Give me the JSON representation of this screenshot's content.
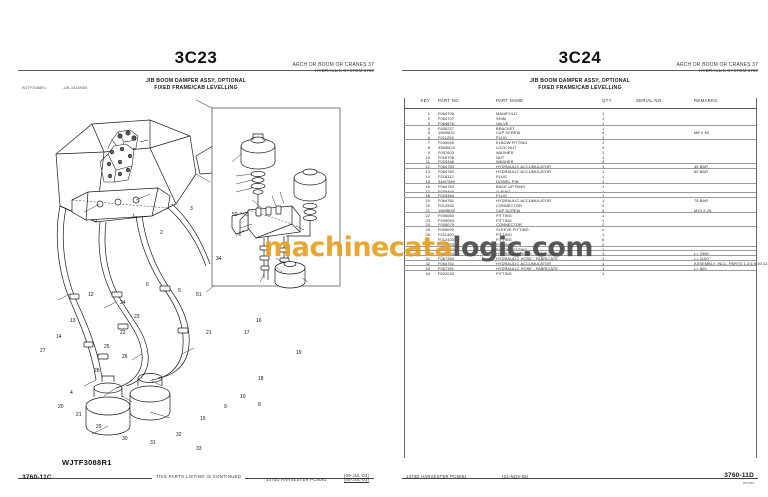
{
  "left_page": {
    "page_number": "3C23",
    "header_line1": "ARCH OR BOOM OR CRANES 37",
    "header_line2": "HYDRAULIC SYSTEM 3760",
    "subtitle_line1": "JIB BOOM DAMPER ASSY, OPTIONAL",
    "subtitle_line2": "FIXED FRAME/CAB LEVELLING",
    "figure_ref": "WJTF3088R1",
    "figure_date": "-UN-16JAN05",
    "caption_code": "WJTF3088R1",
    "footer_page_code": "3760-11C",
    "footer_continued": "THIS PARTS LISTING IS CONTINUED",
    "footer_model": "1470D HARVESTER   PC9081",
    "footer_date_top": "(09-JUL-03)",
    "footer_date_bottom": "(06-JUL-03)",
    "callouts": [
      "1",
      "2",
      "3",
      "4",
      "5",
      "6",
      "6",
      "8",
      "9",
      "10",
      "12",
      "13",
      "14",
      "15",
      "16",
      "17",
      "18",
      "19",
      "20",
      "21",
      "22",
      "23",
      "24",
      "25",
      "26",
      "27",
      "27",
      "28",
      "29",
      "30",
      "31",
      "32",
      "33",
      "34",
      "50",
      "51"
    ]
  },
  "right_page": {
    "page_number": "3C24",
    "header_line1": "ARCH OR BOOM OR CRANES 37",
    "header_line2": "HYDRAULIC SYSTEM 3760",
    "subtitle_line1": "JIB BOOM DAMPER ASSY, OPTIONAL",
    "subtitle_line2": "FIXED FRAME/CAB LEVELLING",
    "columns": {
      "key": "KEY",
      "part_no": "PART NO.",
      "part_name": "PART NAME",
      "qty": "QTY",
      "serial_no": "SERIAL NO.",
      "remarks": "REMARKS"
    },
    "footer_model": "1470D HARVESTER   PC9081",
    "footer_date": "(01-NOV-05)",
    "footer_page_code": "3760-11D",
    "footer_sub": "PN=563",
    "rows": [
      {
        "key": "1",
        "part_no": "F064706",
        "part_name": "MANIFOLD",
        "qty": "1",
        "serial_no": "",
        "remarks": ""
      },
      {
        "key": "2",
        "part_no": "F064707",
        "part_name": "SHIM",
        "qty": "1",
        "serial_no": "",
        "remarks": ""
      },
      {
        "key": "3",
        "part_no": "F064676",
        "part_name": "VALVE",
        "qty": "1",
        "serial_no": "",
        "remarks": ""
      },
      {
        "key": "4",
        "part_no": "F630227",
        "part_name": "BRACKET",
        "qty": "1",
        "serial_no": "",
        "remarks": ""
      },
      {
        "key": "5",
        "part_no": "19M9632",
        "part_name": "CAP SCREW",
        "qty": "4",
        "serial_no": "",
        "remarks": "M8 X 65"
      },
      {
        "key": "6",
        "part_no": "F011293",
        "part_name": "PLUG",
        "qty": "1",
        "serial_no": "",
        "remarks": ""
      },
      {
        "key": "7",
        "part_no": "F005045",
        "part_name": "ELBOW FITTING",
        "qty": "1",
        "serial_no": "",
        "remarks": ""
      },
      {
        "key": "8",
        "part_no": "43M5924",
        "part_name": "LOCK NUT",
        "qty": "4",
        "serial_no": "",
        "remarks": ""
      },
      {
        "key": "9",
        "part_no": "F057603",
        "part_name": "WASHER",
        "qty": "1",
        "serial_no": "",
        "remarks": ""
      },
      {
        "key": "10",
        "part_no": "F018708",
        "part_name": "NUT",
        "qty": "1",
        "serial_no": "",
        "remarks": ""
      },
      {
        "key": "11",
        "part_no": "F003346",
        "part_name": "WASHER",
        "qty": "4",
        "serial_no": "",
        "remarks": ""
      },
      {
        "key": "12",
        "part_no": "F064783",
        "part_name": "HYDRAULIC ACCUMULATOR",
        "qty": "1",
        "serial_no": "",
        "remarks": "45 BAR"
      },
      {
        "key": "13",
        "part_no": "F064782",
        "part_name": "HYDRAULIC ACCUMULATOR",
        "qty": "1",
        "serial_no": "",
        "remarks": "60 BAR"
      },
      {
        "key": "14",
        "part_no": "F018112",
        "part_name": "PLUG",
        "qty": "1",
        "serial_no": "",
        "remarks": ""
      },
      {
        "key": "15",
        "part_no": "34M7089",
        "part_name": "DOWEL PIN",
        "qty": "1",
        "serial_no": "",
        "remarks": ""
      },
      {
        "key": "16",
        "part_no": "F064763",
        "part_name": "BACK-UP RING",
        "qty": "1",
        "serial_no": "",
        "remarks": ""
      },
      {
        "key": "17",
        "part_no": "F005465",
        "part_name": "O-RING",
        "qty": "1",
        "serial_no": "",
        "remarks": ""
      },
      {
        "key": "18",
        "part_no": "F003384",
        "part_name": "PLUG",
        "qty": "1",
        "serial_no": "",
        "remarks": ""
      },
      {
        "key": "19",
        "part_no": "F064781",
        "part_name": "HYDRAULIC ACCUMULATOR",
        "qty": "1",
        "serial_no": "",
        "remarks": "75 BAR"
      },
      {
        "key": "20",
        "part_no": "F012532",
        "part_name": "CONNECTOR",
        "qty": "2",
        "serial_no": "",
        "remarks": ""
      },
      {
        "key": "21",
        "part_no": "19M9639",
        "part_name": "CAP SCREW",
        "qty": "4",
        "serial_no": "",
        "remarks": "M10 X 25"
      },
      {
        "key": "22",
        "part_no": "F005060",
        "part_name": "FITTING",
        "qty": "1",
        "serial_no": "",
        "remarks": ""
      },
      {
        "key": "23",
        "part_no": "F005063",
        "part_name": "FITTING",
        "qty": "1",
        "serial_no": "",
        "remarks": ""
      },
      {
        "key": "24",
        "part_no": "F005079",
        "part_name": "CONNECTOR",
        "qty": "2",
        "serial_no": "",
        "remarks": ""
      },
      {
        "key": "25",
        "part_no": "F005092",
        "part_name": "SLEEVE FITTING",
        "qty": "2",
        "serial_no": "",
        "remarks": ""
      },
      {
        "key": "26",
        "part_no": "F011400",
        "part_name": "FITTING",
        "qty": "1",
        "serial_no": "",
        "remarks": ""
      },
      {
        "key": "27",
        "part_no": "F012433",
        "part_name": "FITTING",
        "qty": "6",
        "serial_no": "",
        "remarks": ""
      },
      {
        "key": "28",
        "part_no": "F013325",
        "part_name": "FITTING",
        "qty": "2",
        "serial_no": "",
        "remarks": ""
      },
      {
        "key": "29",
        "part_no": "F012592",
        "part_name": "ELBOW FITTING",
        "qty": "1",
        "serial_no": "",
        "remarks": ""
      },
      {
        "key": "30",
        "part_no": "F067324",
        "part_name": "HYDRAULIC HOSE - FABRICATE",
        "qty": "1",
        "serial_no": "",
        "remarks": "L= 2950"
      },
      {
        "key": "31",
        "part_no": "F067350",
        "part_name": "HYDRAULIC HOSE - FABRICATE",
        "qty": "1",
        "serial_no": "",
        "remarks": "L= 1100"
      },
      {
        "key": "32",
        "part_no": "F064762",
        "part_name": "HYDRAULIC ACCUMULATOR",
        "qty": "1",
        "serial_no": "",
        "remarks": "ASSEMBLY, INCL. PARTS 1-3,6,9,10,12-19,27,28"
      },
      {
        "key": "33",
        "part_no": "F067351",
        "part_name": "HYDRAULIC HOSE - FABRICATE",
        "qty": "1",
        "serial_no": "",
        "remarks": "L= 800"
      },
      {
        "key": "34",
        "part_no": "F622043",
        "part_name": "FITTING",
        "qty": "1",
        "serial_no": "",
        "remarks": ""
      }
    ]
  },
  "watermark": {
    "part1": "machinecata",
    "part2": "logic.com"
  }
}
